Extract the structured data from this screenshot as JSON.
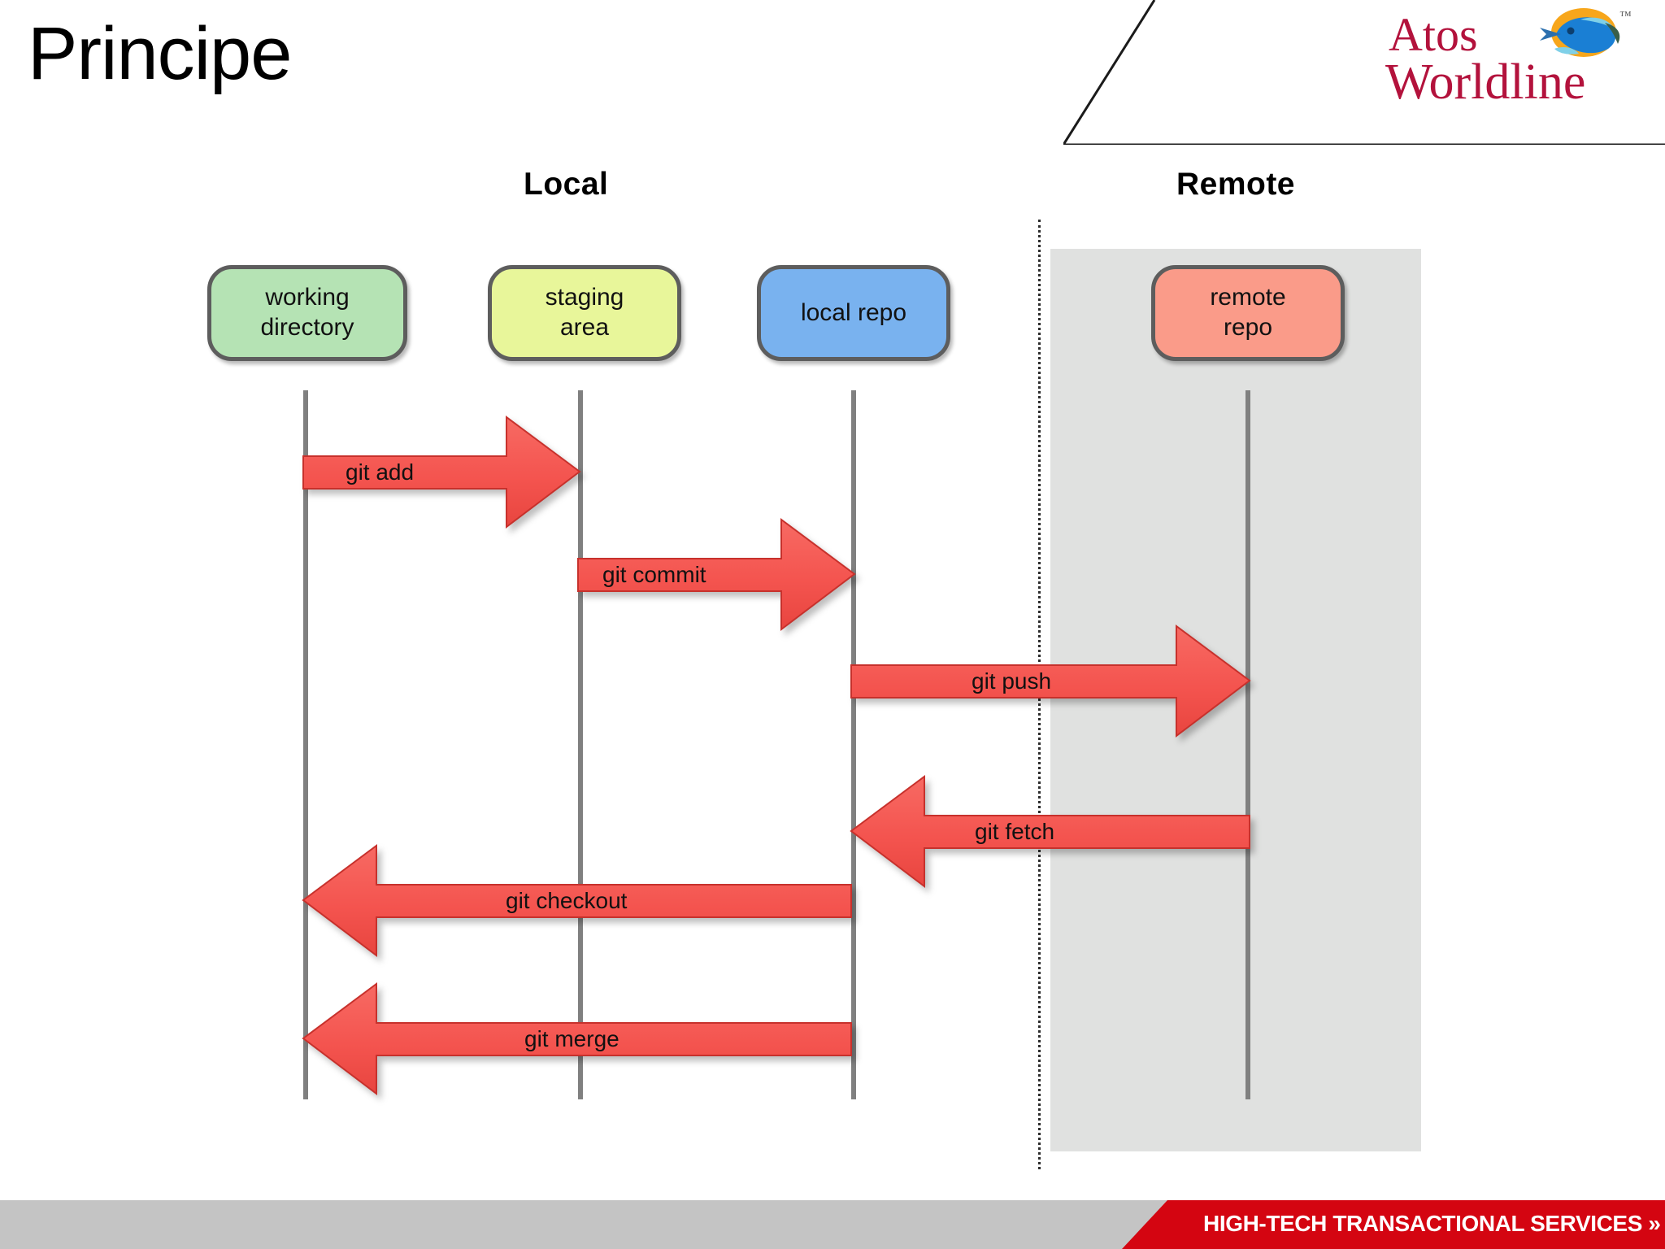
{
  "slide": {
    "title": "Principe"
  },
  "brand": {
    "logo_line1": "Atos",
    "logo_line2": "Worldline",
    "trademark": "™",
    "logo_color": "#b3123c",
    "fish_icon": "fish-icon"
  },
  "diagram": {
    "columns": [
      {
        "id": "local",
        "label": "Local"
      },
      {
        "id": "remote",
        "label": "Remote"
      }
    ],
    "nodes": [
      {
        "id": "working-directory",
        "label_line1": "working",
        "label_line2": "directory",
        "color": "#b5e3b4"
      },
      {
        "id": "staging-area",
        "label_line1": "staging",
        "label_line2": "area",
        "color": "#e8f69a"
      },
      {
        "id": "local-repo",
        "label_line1": "local repo",
        "label_line2": "",
        "color": "#79b2ef"
      },
      {
        "id": "remote-repo",
        "label_line1": "remote",
        "label_line2": "repo",
        "color": "#fa9b89"
      }
    ],
    "arrows": [
      {
        "id": "git-add",
        "label": "git add",
        "direction": "right",
        "from": "working-directory",
        "to": "staging-area"
      },
      {
        "id": "git-commit",
        "label": "git commit",
        "direction": "right",
        "from": "staging-area",
        "to": "local-repo"
      },
      {
        "id": "git-push",
        "label": "git push",
        "direction": "right",
        "from": "local-repo",
        "to": "remote-repo"
      },
      {
        "id": "git-fetch",
        "label": "git fetch",
        "direction": "left",
        "from": "remote-repo",
        "to": "local-repo"
      },
      {
        "id": "git-checkout",
        "label": "git checkout",
        "direction": "left",
        "from": "local-repo",
        "to": "working-directory"
      },
      {
        "id": "git-merge",
        "label": "git merge",
        "direction": "left",
        "from": "local-repo",
        "to": "working-directory"
      }
    ],
    "arrow_color": "#f4544f",
    "remote_panel_color": "#e0e1e0"
  },
  "footer": {
    "tagline": "HIGH-TECH TRANSACTIONAL SERVICES »",
    "bar_color": "#c4c4c4",
    "accent_color": "#d40511"
  }
}
